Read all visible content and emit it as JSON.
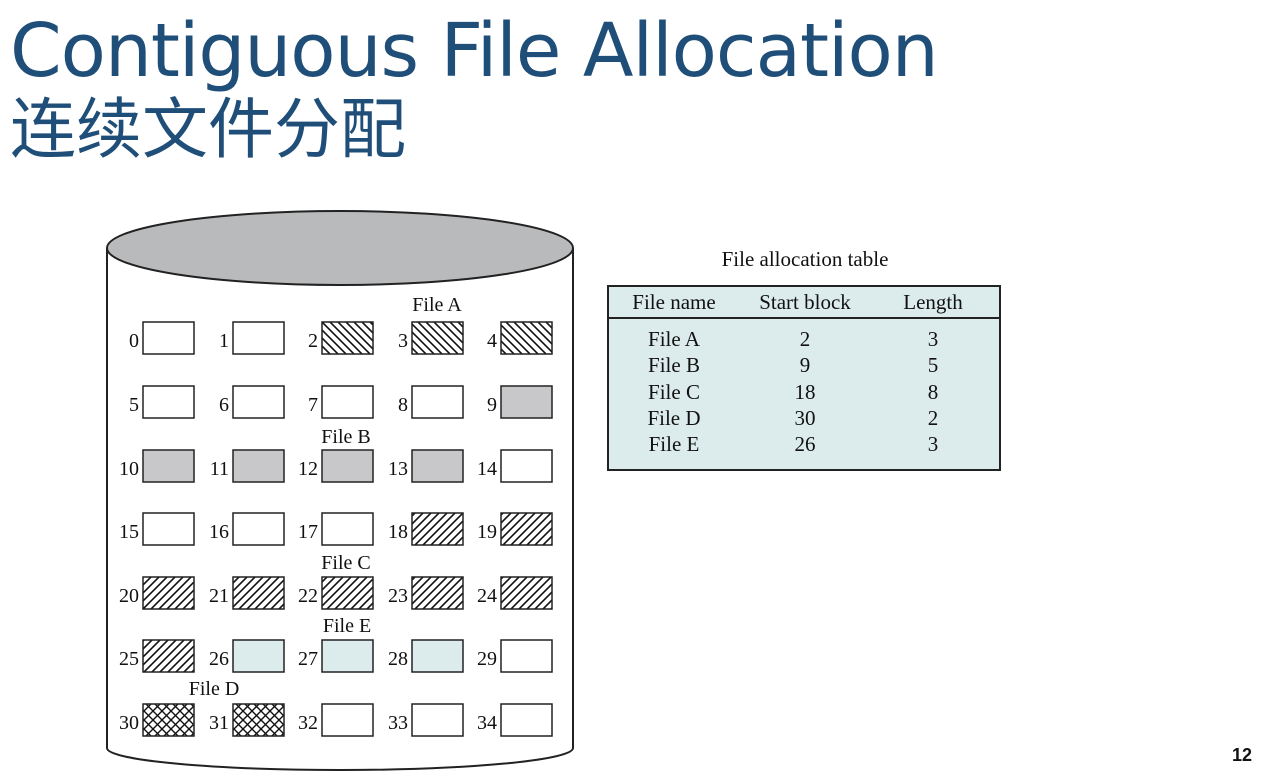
{
  "title": {
    "english": "Contiguous File Allocation",
    "chinese": "连续文件分配"
  },
  "disk": {
    "blocks": [
      {
        "n": "0",
        "fill": "empty"
      },
      {
        "n": "1",
        "fill": "empty"
      },
      {
        "n": "2",
        "fill": "backslash"
      },
      {
        "n": "3",
        "fill": "backslash"
      },
      {
        "n": "4",
        "fill": "backslash"
      },
      {
        "n": "5",
        "fill": "empty"
      },
      {
        "n": "6",
        "fill": "empty"
      },
      {
        "n": "7",
        "fill": "empty"
      },
      {
        "n": "8",
        "fill": "empty"
      },
      {
        "n": "9",
        "fill": "gray"
      },
      {
        "n": "10",
        "fill": "gray"
      },
      {
        "n": "11",
        "fill": "gray"
      },
      {
        "n": "12",
        "fill": "gray"
      },
      {
        "n": "13",
        "fill": "gray"
      },
      {
        "n": "14",
        "fill": "empty"
      },
      {
        "n": "15",
        "fill": "empty"
      },
      {
        "n": "16",
        "fill": "empty"
      },
      {
        "n": "17",
        "fill": "empty"
      },
      {
        "n": "18",
        "fill": "slash"
      },
      {
        "n": "19",
        "fill": "slash"
      },
      {
        "n": "20",
        "fill": "slash"
      },
      {
        "n": "21",
        "fill": "slash"
      },
      {
        "n": "22",
        "fill": "slash"
      },
      {
        "n": "23",
        "fill": "slash"
      },
      {
        "n": "24",
        "fill": "slash"
      },
      {
        "n": "25",
        "fill": "slash"
      },
      {
        "n": "26",
        "fill": "lightblue"
      },
      {
        "n": "27",
        "fill": "lightblue"
      },
      {
        "n": "28",
        "fill": "lightblue"
      },
      {
        "n": "29",
        "fill": "empty"
      },
      {
        "n": "30",
        "fill": "cross"
      },
      {
        "n": "31",
        "fill": "cross"
      },
      {
        "n": "32",
        "fill": "empty"
      },
      {
        "n": "33",
        "fill": "empty"
      },
      {
        "n": "34",
        "fill": "empty"
      }
    ],
    "file_labels": {
      "file_a": "File A",
      "file_b": "File B",
      "file_c": "File C",
      "file_e": "File E",
      "file_d": "File D"
    },
    "colors": {
      "gray": "#c8c8ca",
      "lightblue": "#dcebec",
      "top": "#b9babc"
    }
  },
  "fat": {
    "caption": "File allocation table",
    "headers": {
      "name": "File name",
      "start": "Start block",
      "length": "Length"
    },
    "rows": [
      {
        "name": "File A",
        "start": "2",
        "length": "3"
      },
      {
        "name": "File B",
        "start": "9",
        "length": "5"
      },
      {
        "name": "File C",
        "start": "18",
        "length": "8"
      },
      {
        "name": "File D",
        "start": "30",
        "length": "2"
      },
      {
        "name": "File E",
        "start": "26",
        "length": "3"
      }
    ]
  },
  "page_number": "12"
}
